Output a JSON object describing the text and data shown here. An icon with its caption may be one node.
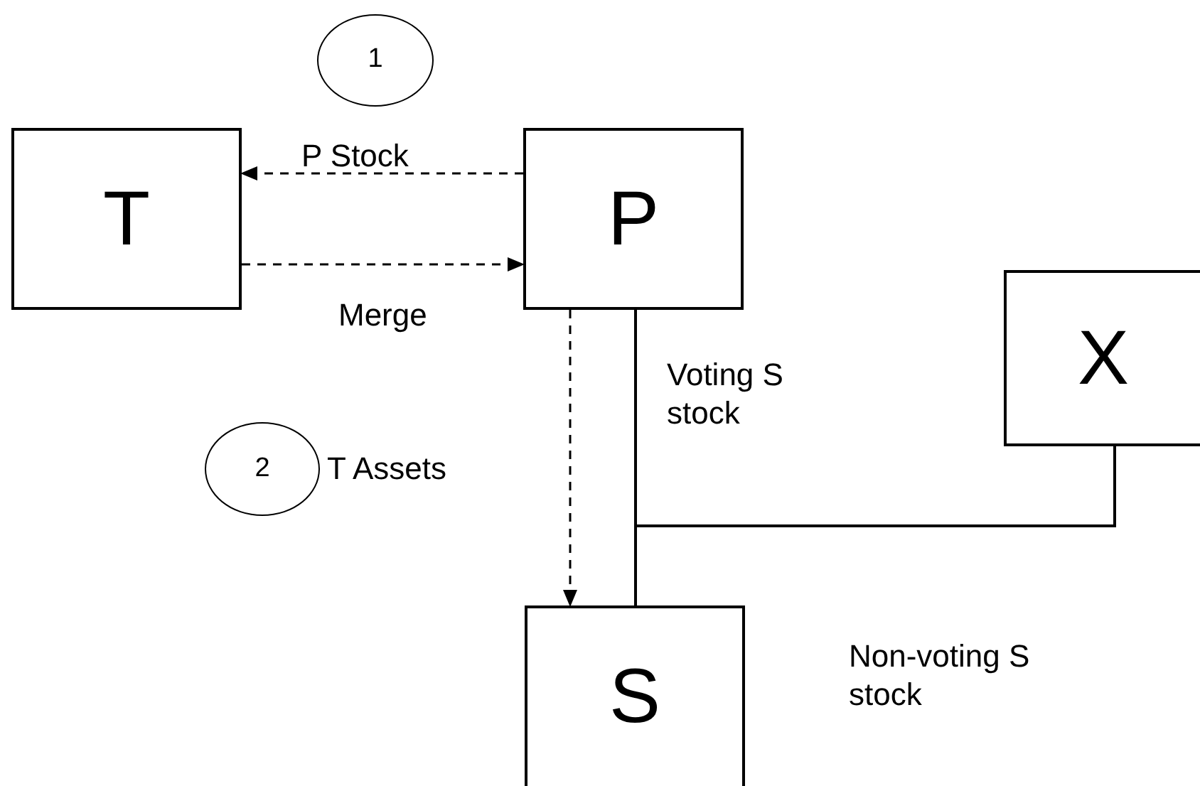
{
  "diagram": {
    "nodes": [
      {
        "text": [
          "T"
        ]
      },
      {
        "text": [
          "P"
        ]
      },
      {
        "text": [
          "X"
        ]
      },
      {
        "text": [
          "S"
        ]
      },
      {
        "text": [
          "1"
        ]
      },
      {
        "text": [
          "2"
        ]
      }
    ],
    "edges": [
      {
        "from": 1,
        "to": 0,
        "arrow": "to",
        "style": "dashed",
        "label": "P Stock"
      },
      {
        "from": 0,
        "to": 1,
        "arrow": "to",
        "style": "dashed",
        "label": "Merge"
      },
      {
        "from": 1,
        "to": 3,
        "arrow": "to",
        "style": "dashed",
        "label": "T Assets"
      },
      {
        "from": 1,
        "to": 3,
        "arrow": "none",
        "label": "Voting S stock"
      },
      {
        "from": 2,
        "to": 3,
        "arrow": "none",
        "label": "Non-voting S stock"
      }
    ]
  }
}
